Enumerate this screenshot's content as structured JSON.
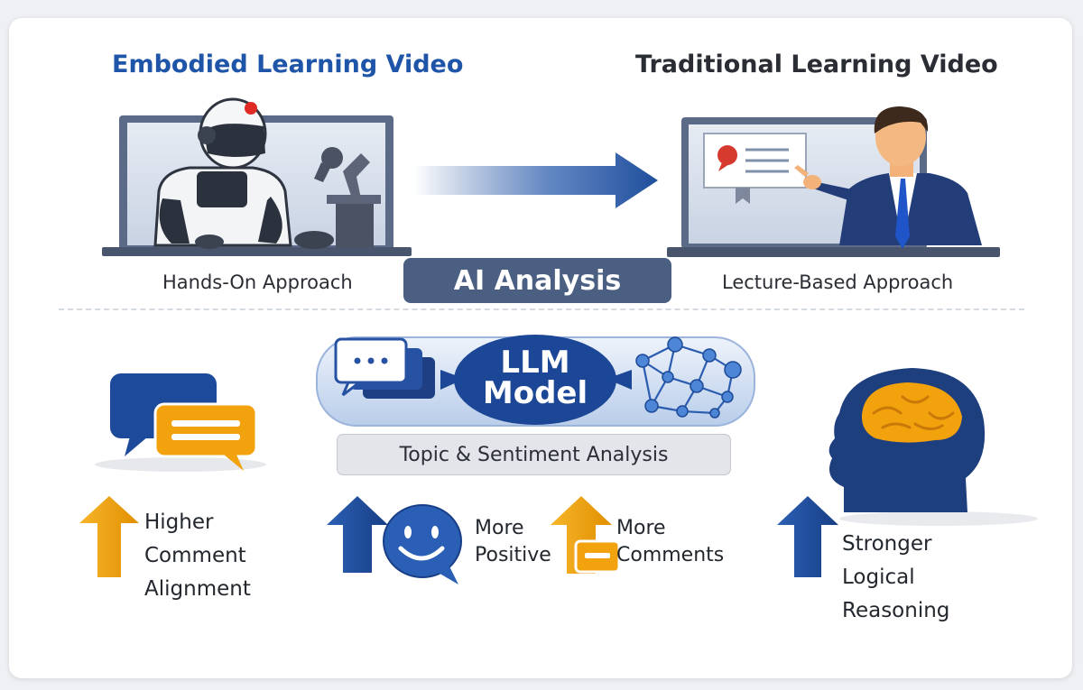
{
  "embodied": {
    "title": "Embodied Learning Video",
    "caption": "Hands-On Approach",
    "icon": "robot-icon"
  },
  "traditional": {
    "title": "Traditional Learning Video",
    "caption": "Lecture-Based Approach",
    "icon": "lecturer-icon"
  },
  "analysis": {
    "label": "AI Analysis"
  },
  "llm": {
    "line1": "LLM",
    "line2": "Model",
    "left_icon": "chat-bubbles-icon",
    "right_icon": "neural-network-icon"
  },
  "topic_bar": {
    "label": "Topic & Sentiment Analysis"
  },
  "outcomes": {
    "alignment": {
      "line1": "Higher",
      "line2": "Comment",
      "line3": "Alignment",
      "icon": "comment-bubbles-icon",
      "arrow_color": "#f2a20c"
    },
    "positive": {
      "line1": "More",
      "line2": "Positive",
      "icon": "smiley-bubble-icon",
      "arrow_color": "#1f4e9c"
    },
    "comments": {
      "line1": "More",
      "line2": "Comments",
      "icon": "comment-box-icon",
      "arrow_color": "#f2a20c"
    },
    "reasoning": {
      "line1": "Stronger",
      "line2": "Logical",
      "line3": "Reasoning",
      "icon": "brain-head-icon",
      "arrow_color": "#1f4e9c"
    }
  },
  "colors": {
    "accent_blue": "#1f55a8",
    "navy": "#1f4e9c",
    "pill": "#4a5f82",
    "orange": "#f2a20c"
  }
}
